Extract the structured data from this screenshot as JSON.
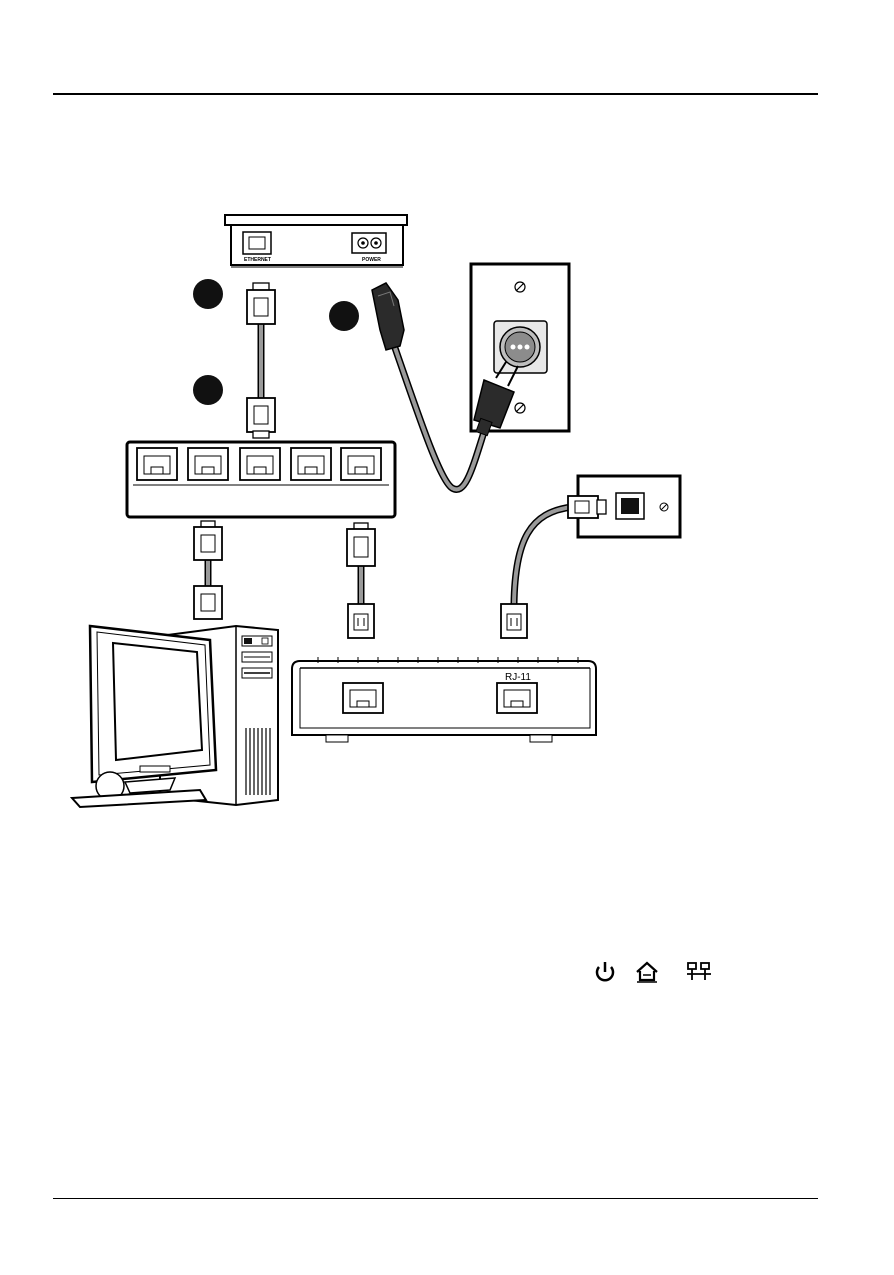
{
  "adapter": {
    "ethernet_label": "ETHERNET",
    "power_label": "POWER"
  },
  "modem": {
    "rj11_label": "RJ-11"
  },
  "led_icons": [
    "power-icon",
    "home-network-icon",
    "lan-icon"
  ],
  "colors": {
    "line": "#000000",
    "cable_gray": "#9a9a9a",
    "callout": "#111111",
    "panel_gray": "#d9d9d9"
  }
}
